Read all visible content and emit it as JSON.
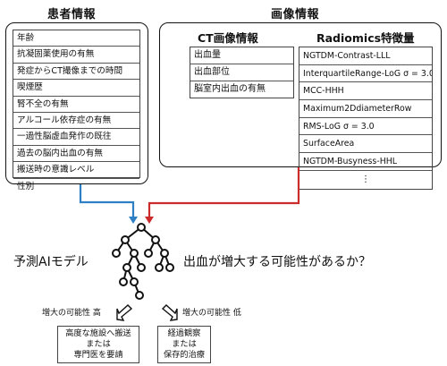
{
  "patient": {
    "title": "患者情報",
    "items": [
      "年齢",
      "抗凝固薬使用の有無",
      "発症からCT撮像までの時間",
      "喫煙歴",
      "腎不全の有無",
      "アルコール依存症の有無",
      "一過性脳虚血発作の既往",
      "過去の脳内出血の有無",
      "搬送時の意識レベル",
      "性別"
    ]
  },
  "imaging": {
    "title": "画像情報",
    "ct": {
      "title": "CT画像情報",
      "items": [
        "出血量",
        "出血部位",
        "脳室内出血の有無"
      ]
    },
    "radiomics": {
      "title": "Radiomics特徴量",
      "items": [
        "NGTDM-Contrast-LLL",
        "InterquartileRange-LoG σ = 3.0",
        "MCC-HHH",
        "Maximum2DdiameterRow",
        "RMS-LoG σ = 3.0",
        "SurfaceArea",
        "NGTDM-Busyness-HHL",
        "⋮"
      ]
    }
  },
  "model": {
    "label": "予測AIモデル",
    "question": "出血が増大する可能性があるか？"
  },
  "outcomes": {
    "high": {
      "label": "増大の可能性 高",
      "lines": [
        "高度な施設へ搬送",
        "または",
        "専門医を要請"
      ]
    },
    "low": {
      "label": "増大の可能性 低",
      "lines": [
        "経過観察",
        "または",
        "保存的治療"
      ]
    }
  },
  "colors": {
    "patient_arrow": "#2f7fc4",
    "imaging_arrow": "#cc2b2b"
  }
}
